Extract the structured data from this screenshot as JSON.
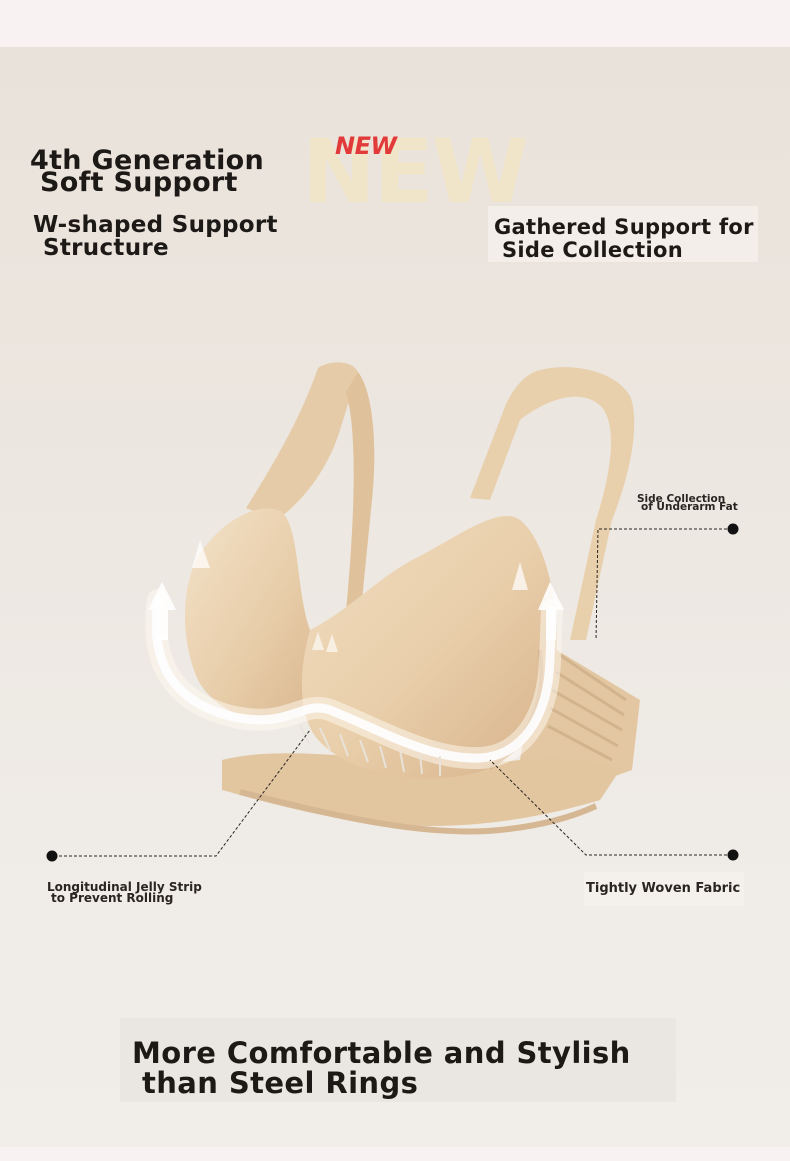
{
  "header": {
    "line1": "4th Generation",
    "line2": "Soft Support"
  },
  "badge": {
    "new": "NEW"
  },
  "features": {
    "w_shaped": {
      "line1": "W-shaped Support",
      "line2": "Structure"
    },
    "gathered": {
      "line1": "Gathered Support for",
      "line2": "Side Collection"
    }
  },
  "callouts": {
    "side": {
      "line1": "Side Collection",
      "line2": "of Underarm Fat"
    },
    "jelly": {
      "line1": "Longitudinal Jelly Strip",
      "line2": "to Prevent Rolling"
    },
    "fabric": {
      "line1": "Tightly Woven Fabric"
    }
  },
  "footer": {
    "line1": "More Comfortable and Stylish",
    "line2": "than Steel Rings"
  },
  "colors": {
    "background": "#ece6df",
    "product_beige": "#e8cfae",
    "accent_red": "#e23a3a",
    "text": "#1c1917"
  },
  "icons": [
    "upward-arrow-icon",
    "callout-dot-icon"
  ]
}
